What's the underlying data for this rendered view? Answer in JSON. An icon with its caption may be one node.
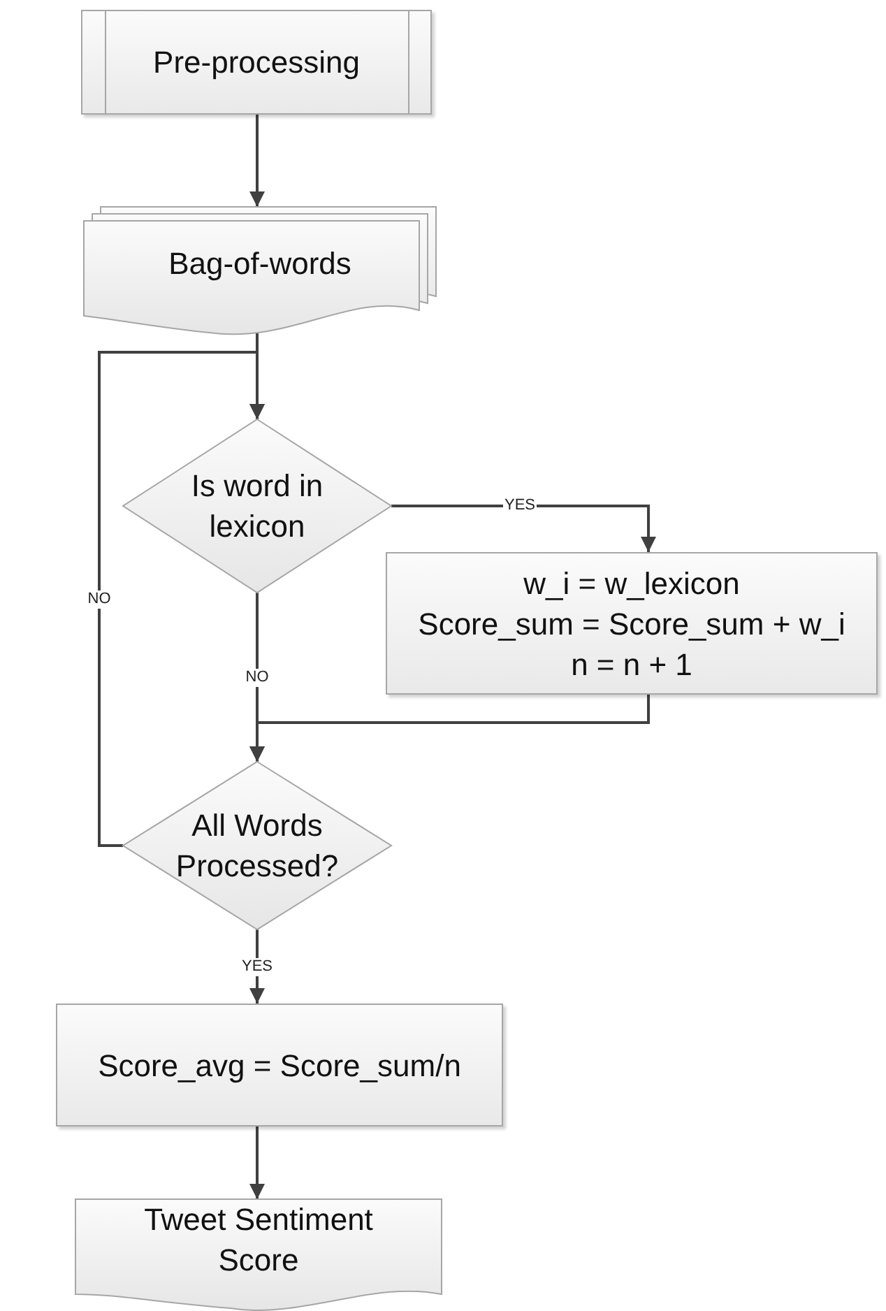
{
  "diagram": {
    "nodes": [
      {
        "text": [
          "Pre-processing"
        ]
      },
      {
        "text": [
          "Bag-of-words"
        ]
      },
      {
        "text": [
          "Is word in lexicon"
        ]
      },
      {
        "text": [
          "w_i = w_lexicon",
          "Score_sum = Score_sum + w_i",
          "n = n + 1"
        ]
      },
      {
        "text": [
          "All Words Processed?"
        ]
      },
      {
        "text": [
          "Score_avg = Score_sum/n"
        ]
      },
      {
        "text": [
          "Tweet Sentiment Score"
        ]
      }
    ],
    "edges": [
      {
        "from": 0,
        "to": 1,
        "arrow": "to"
      },
      {
        "from": 1,
        "to": 2,
        "arrow": "to"
      },
      {
        "from": 2,
        "to": 3,
        "arrow": "to",
        "label": "YES"
      },
      {
        "from": 2,
        "to": 4,
        "arrow": "to",
        "label": "NO"
      },
      {
        "from": 3,
        "to": 4,
        "arrow": "to"
      },
      {
        "from": 4,
        "to": 2,
        "arrow": "to",
        "label": "NO"
      },
      {
        "from": 4,
        "to": 5,
        "arrow": "to",
        "label": "YES"
      },
      {
        "from": 5,
        "to": 6,
        "arrow": "to"
      }
    ]
  }
}
